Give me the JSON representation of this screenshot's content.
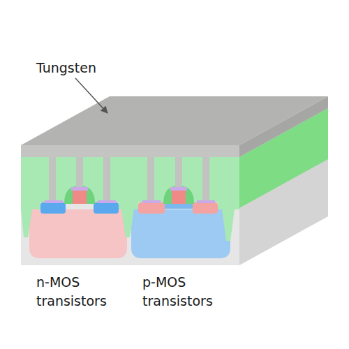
{
  "diagram": {
    "labels": [
      "Tungsten",
      "n-MOS transistors",
      "p-MOS transistors"
    ]
  }
}
